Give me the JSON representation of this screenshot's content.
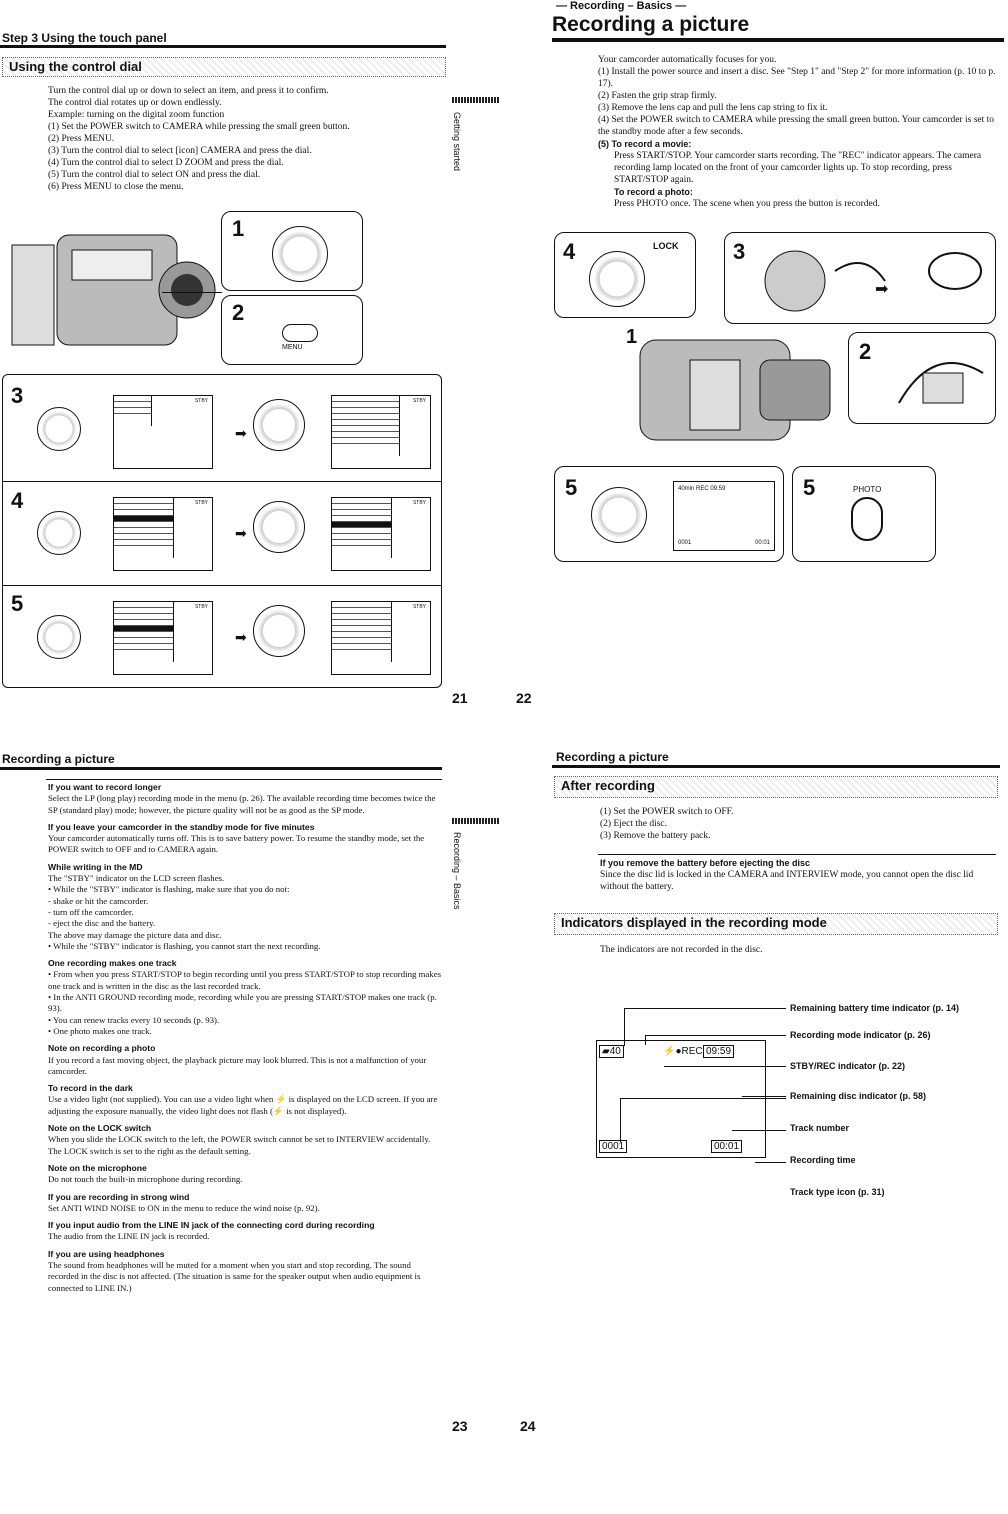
{
  "p21": {
    "header": "Step 3  Using the touch panel",
    "section": "Using the control dial",
    "intro": [
      "Turn the control dial up or down to select an item, and press it to confirm.",
      "The control dial rotates up or down endlessly.",
      "Example: turning on the digital zoom function",
      "(1) Set the POWER switch to CAMERA while pressing the small green button.",
      "(2) Press MENU.",
      "(3) Turn the control dial to select [icon] CAMERA and press the dial.",
      "(4) Turn the control dial to select D ZOOM and press the dial.",
      "(5) Turn the control dial to select ON and press the dial.",
      "(6) Press MENU to close the menu."
    ],
    "side_tab": "Getting started",
    "steps": [
      "1",
      "2",
      "3",
      "4",
      "5"
    ],
    "menu_label": "MENU",
    "stby": "STBY",
    "camera": "CAMERA",
    "page_number": "21"
  },
  "p22": {
    "header": "— Recording – Basics —",
    "title": "Recording a picture",
    "lines": [
      "Your camcorder automatically focuses for you.",
      "(1) Install the power source and insert a disc. See \"Step 1\" and \"Step 2\" for more information (p. 10 to p. 17).",
      "(2) Fasten the grip strap firmly.",
      "(3) Remove the lens cap and pull the lens cap string to fix it.",
      "(4) Set the POWER switch to CAMERA while pressing the small green button. Your camcorder is set to the standby mode after a few seconds.",
      "(5) To record a movie:",
      "Press START/STOP. Your camcorder starts recording. The \"REC\" indicator appears. The camera recording lamp located on the front of your camcorder lights up. To stop recording, press START/STOP again.",
      "To record a photo:",
      "Press PHOTO once. The scene when you press the button is recorded."
    ],
    "lock": "LOCK",
    "photo": "PHOTO",
    "screen_top": "40min  REC 09:59",
    "screen_track": "0001",
    "screen_time": "00:01",
    "steps": [
      "4",
      "3",
      "1",
      "2",
      "5",
      "5"
    ],
    "page_number": "22"
  },
  "p23": {
    "header": "Recording a picture",
    "side_tab": "Recording – Basics",
    "items": [
      {
        "h": "If you want to record longer",
        "t": "Select the LP (long play) recording mode in the menu (p. 26). The available recording time becomes twice the SP (standard play) mode; however, the picture quality will not be as good as the SP mode."
      },
      {
        "h": "If you leave your camcorder in the standby mode for five minutes",
        "t": "Your camcorder automatically turns off. This is to save battery power. To resume the standby mode, set the POWER switch to OFF and to CAMERA again."
      },
      {
        "h": "While writing in the MD",
        "t": "The \"STBY\" indicator on the LCD screen flashes.\n• While the \"STBY\" indicator is flashing, make sure that you do not:\n - shake or hit the camcorder.\n - turn off the camcorder.\n - eject the disc and the battery.\n The above may damage the picture data and disc.\n• While the \"STBY\" indicator is flashing, you cannot start the next recording."
      },
      {
        "h": "One recording makes one track",
        "t": "• From when you press START/STOP to begin recording until you press START/STOP to stop recording makes one track and is written in the disc as the last recorded track.\n• In the ANTI GROUND recording mode, recording while you are pressing START/STOP makes one track (p. 93).\n• You can renew tracks every 10 seconds (p. 93).\n• One photo makes one track."
      },
      {
        "h": "Note on recording a photo",
        "t": "If you record a fast moving object, the playback picture may look blurred. This is not a malfunction of your camcorder."
      },
      {
        "h": "To record in the dark",
        "t": "Use a video light (not supplied). You can use a video light when ⚡ is displayed on the LCD screen. If you are adjusting the exposure manually, the video light does not flash (⚡ is not displayed)."
      },
      {
        "h": "Note on the LOCK switch",
        "t": "When you slide the LOCK switch to the left, the POWER switch cannot be set to INTERVIEW accidentally. The LOCK switch is set to the right as the default setting."
      },
      {
        "h": "Note on the microphone",
        "t": "Do not touch the built-in microphone during recording."
      },
      {
        "h": "If you are recording in strong wind",
        "t": "Set ANTI WIND NOISE to ON in the menu to reduce the wind noise (p. 92)."
      },
      {
        "h": "If you input audio from the LINE IN jack of the connecting cord during recording",
        "t": "The audio from the LINE IN jack is recorded."
      },
      {
        "h": "If you are using headphones",
        "t": "The sound from headphones will be muted for a moment when you start and stop recording. The sound recorded in the disc is not affected. (The situation is same for the speaker output when audio equipment is connected to LINE IN.)"
      }
    ],
    "page_number": "23"
  },
  "p24": {
    "header": "Recording a picture",
    "section1": "After recording",
    "steps": [
      "(1) Set the POWER switch to OFF.",
      "(2) Eject the disc.",
      "(3) Remove the battery pack."
    ],
    "note_h": "If you remove the battery before ejecting the disc",
    "note_t": "Since the disc lid is locked in the CAMERA and INTERVIEW mode, you cannot open the disc lid without the battery.",
    "section2": "Indicators displayed in the recording mode",
    "sec2_intro": "The indicators are not recorded in the disc.",
    "labels": [
      "Remaining battery time indicator (p. 14)",
      "Recording mode indicator (p. 26)",
      "STBY/REC indicator (p. 22)",
      "Remaining disc indicator (p. 58)",
      "Track number",
      "Recording time",
      "Track type icon (p. 31)"
    ],
    "lcd_batt": "40",
    "lcd_rec": "REC",
    "lcd_remain": "09:59",
    "lcd_track": "0001",
    "lcd_time": "00:01",
    "page_number": "24"
  }
}
